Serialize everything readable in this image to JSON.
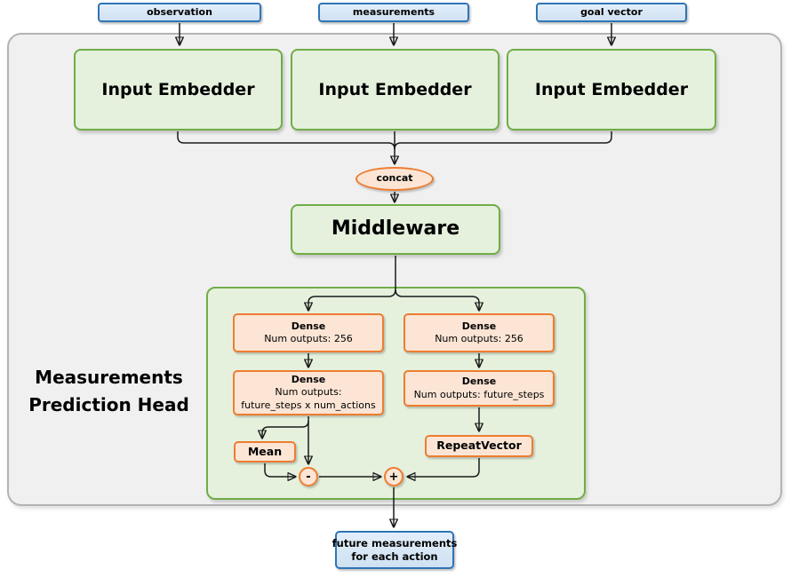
{
  "diagram": {
    "top_inputs": [
      {
        "label": "observation"
      },
      {
        "label": "measurements"
      },
      {
        "label": "goal vector"
      }
    ],
    "embedders": [
      {
        "label": "Input Embedder"
      },
      {
        "label": "Input Embedder"
      },
      {
        "label": "Input Embedder"
      }
    ],
    "concat": {
      "label": "concat"
    },
    "middleware": {
      "label": "Middleware"
    },
    "prediction_head": {
      "title_line1": "Measurements",
      "title_line2": "Prediction Head",
      "dense_left_1": {
        "title": "Dense",
        "subtitle": "Num outputs: 256"
      },
      "dense_right_1": {
        "title": "Dense",
        "subtitle": "Num outputs: 256"
      },
      "dense_left_2": {
        "title": "Dense",
        "subtitle_line1": "Num outputs:",
        "subtitle_line2": "future_steps x num_actions"
      },
      "dense_right_2": {
        "title": "Dense",
        "subtitle": "Num outputs: future_steps"
      },
      "mean": {
        "label": "Mean"
      },
      "repeat_vector": {
        "label": "RepeatVector"
      },
      "minus_op": {
        "label": "-"
      },
      "plus_op": {
        "label": "+"
      }
    },
    "output_box": {
      "line1": "future measurements",
      "line2": "for each action"
    }
  },
  "colors": {
    "blue_border": "#2e75b6",
    "blue_fill_top": "#e3eefa",
    "blue_fill_bottom": "#cfe1f2",
    "green_border": "#70ad47",
    "green_fill": "#e5f1dd",
    "orange_border": "#ed7d31",
    "orange_fill": "#fce5d5",
    "outer_fill": "#f0f0f0",
    "outer_border": "#b3b3b3",
    "edge": "#1a1a1a"
  }
}
